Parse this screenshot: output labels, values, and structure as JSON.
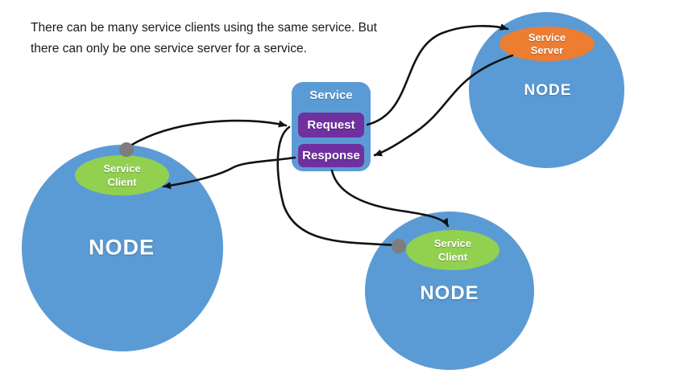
{
  "colors": {
    "background": "#ffffff",
    "node_blue": "#5b9bd5",
    "client_green": "#92d050",
    "server_orange": "#ed7d31",
    "action_purple": "#7030a0",
    "port_gray": "#7d7d7d",
    "arrow_black": "#121212",
    "text_dark": "#1a1a1a",
    "label_white": "#ffffff"
  },
  "caption": {
    "line1": "There can be many service clients using the same service. But",
    "line2": "there can only be one service server for a service."
  },
  "service_box": {
    "title": "Service",
    "request": "Request",
    "response": "Response"
  },
  "nodes": {
    "left": {
      "label": "NODE",
      "badge_line1": "Service",
      "badge_line2": "Client"
    },
    "right": {
      "label": "NODE",
      "badge_line1": "Service",
      "badge_line2": "Server"
    },
    "bottom": {
      "label": "NODE",
      "badge_line1": "Service",
      "badge_line2": "Client"
    }
  },
  "connections": [
    {
      "from": "left-node-service-client",
      "to": "service-request",
      "arrow_at": "service-request"
    },
    {
      "from": "bottom-node-service-client",
      "to": "service-request",
      "arrow_at": "service-request"
    },
    {
      "from": "service-request",
      "to": "right-node-service-server",
      "arrow_at": "right-node-service-server"
    },
    {
      "from": "right-node-service-server",
      "to": "service-response",
      "arrow_at": "service-response"
    },
    {
      "from": "service-response",
      "to": "left-node-service-client",
      "arrow_at": "left-node-service-client"
    },
    {
      "from": "service-response",
      "to": "bottom-node-service-client",
      "arrow_at": "bottom-node-service-client"
    }
  ]
}
